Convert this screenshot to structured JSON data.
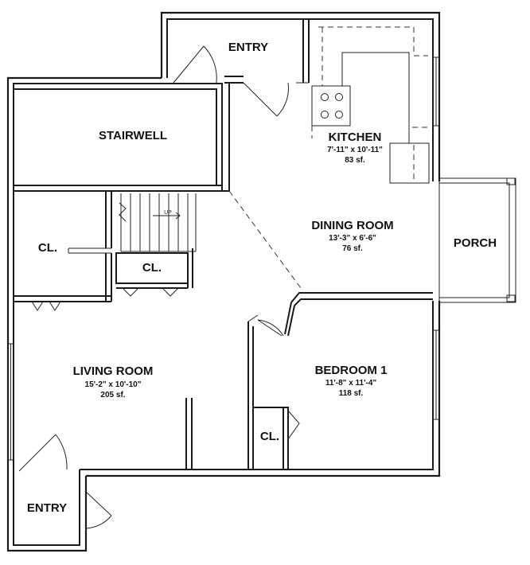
{
  "rooms": {
    "entry_top": {
      "name": "ENTRY"
    },
    "stairwell": {
      "name": "STAIRWELL"
    },
    "kitchen": {
      "name": "KITCHEN",
      "dims": "7'-11\" x 10'-11\"",
      "area": "83 sf."
    },
    "dining": {
      "name": "DINING ROOM",
      "dims": "13'-3\" x 6'-6\"",
      "area": "76 sf."
    },
    "porch": {
      "name": "PORCH"
    },
    "closet_left": {
      "name": "CL."
    },
    "closet_stair": {
      "name": "CL."
    },
    "living": {
      "name": "LIVING ROOM",
      "dims": "15'-2\" x 10'-10\"",
      "area": "205 sf."
    },
    "bedroom": {
      "name": "BEDROOM 1",
      "dims": "11'-8\" x 11'-4\"",
      "area": "118 sf."
    },
    "closet_bed": {
      "name": "CL."
    },
    "entry_bottom": {
      "name": "ENTRY"
    }
  },
  "stair": {
    "label": "UP"
  }
}
